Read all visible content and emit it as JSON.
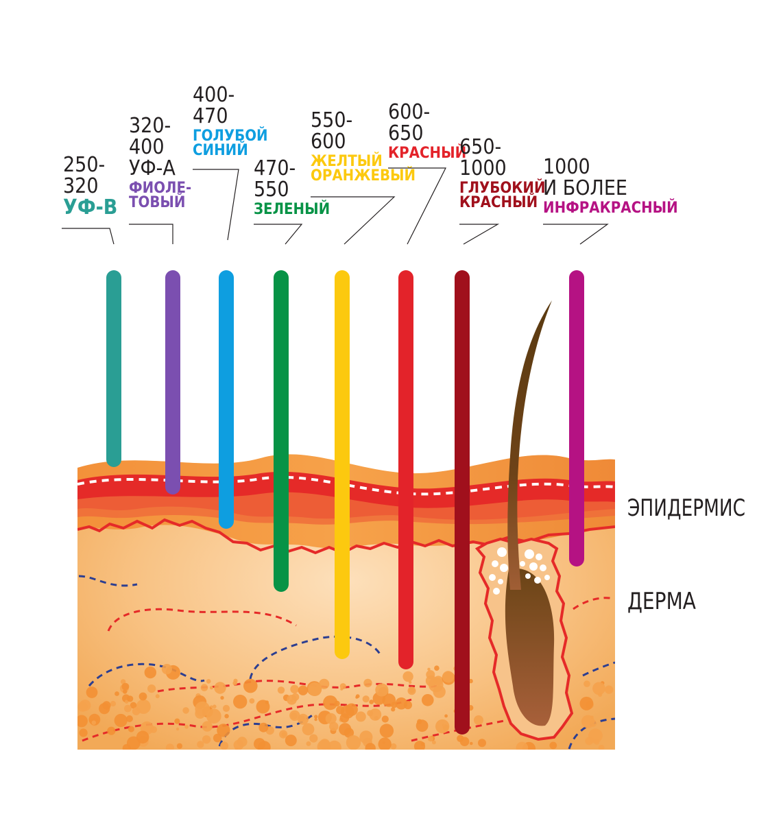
{
  "wavelengths": [
    {
      "range_lines": [
        "250-",
        "320"
      ],
      "name_lines": [
        "УФ-В"
      ],
      "color": "#2a9e94"
    },
    {
      "range_lines": [
        "320-",
        "400",
        "УФ-А"
      ],
      "name_lines": [
        "ФИОЛЕ-",
        "ТОВЫЙ"
      ],
      "color": "#7b4fb0"
    },
    {
      "range_lines": [
        "400-",
        "470"
      ],
      "name_lines": [
        "ГОЛУБОЙ",
        "СИНИЙ"
      ],
      "color": "#0e9ee0"
    },
    {
      "range_lines": [
        "470-",
        "550"
      ],
      "name_lines": [
        "ЗЕЛЕНЫЙ"
      ],
      "color": "#079346"
    },
    {
      "range_lines": [
        "550-",
        "600"
      ],
      "name_lines": [
        "ЖЕЛТЫЙ",
        "ОРАНЖЕВЫЙ"
      ],
      "color": "#fcc90f"
    },
    {
      "range_lines": [
        "600-",
        "650"
      ],
      "name_lines": [
        "КРАСНЫЙ"
      ],
      "color": "#e3232a"
    },
    {
      "range_lines": [
        "650-",
        "1000"
      ],
      "name_lines": [
        "ГЛУБОКИЙ",
        "КРАСНЫЙ"
      ],
      "color": "#a0101c"
    },
    {
      "range_lines": [
        "1000",
        "И БОЛЕЕ"
      ],
      "name_lines": [
        "ИНФРАКРАСНЫЙ"
      ],
      "color": "#b51283"
    }
  ],
  "layers": {
    "epidermis": "ЭПИДЕРМИС",
    "dermis": "ДЕРМА"
  },
  "colors": {
    "skin_light": "#fbd4a3",
    "skin_mid": "#f6b56a",
    "skin_edge": "#f0a040",
    "membrane_red": "#e52a28",
    "vessel_blue": "#2c3e91",
    "orange_dots": "#f39034",
    "hair_dark": "#5b3c12",
    "hair_light": "#9a5a30",
    "text": "#231f20"
  }
}
